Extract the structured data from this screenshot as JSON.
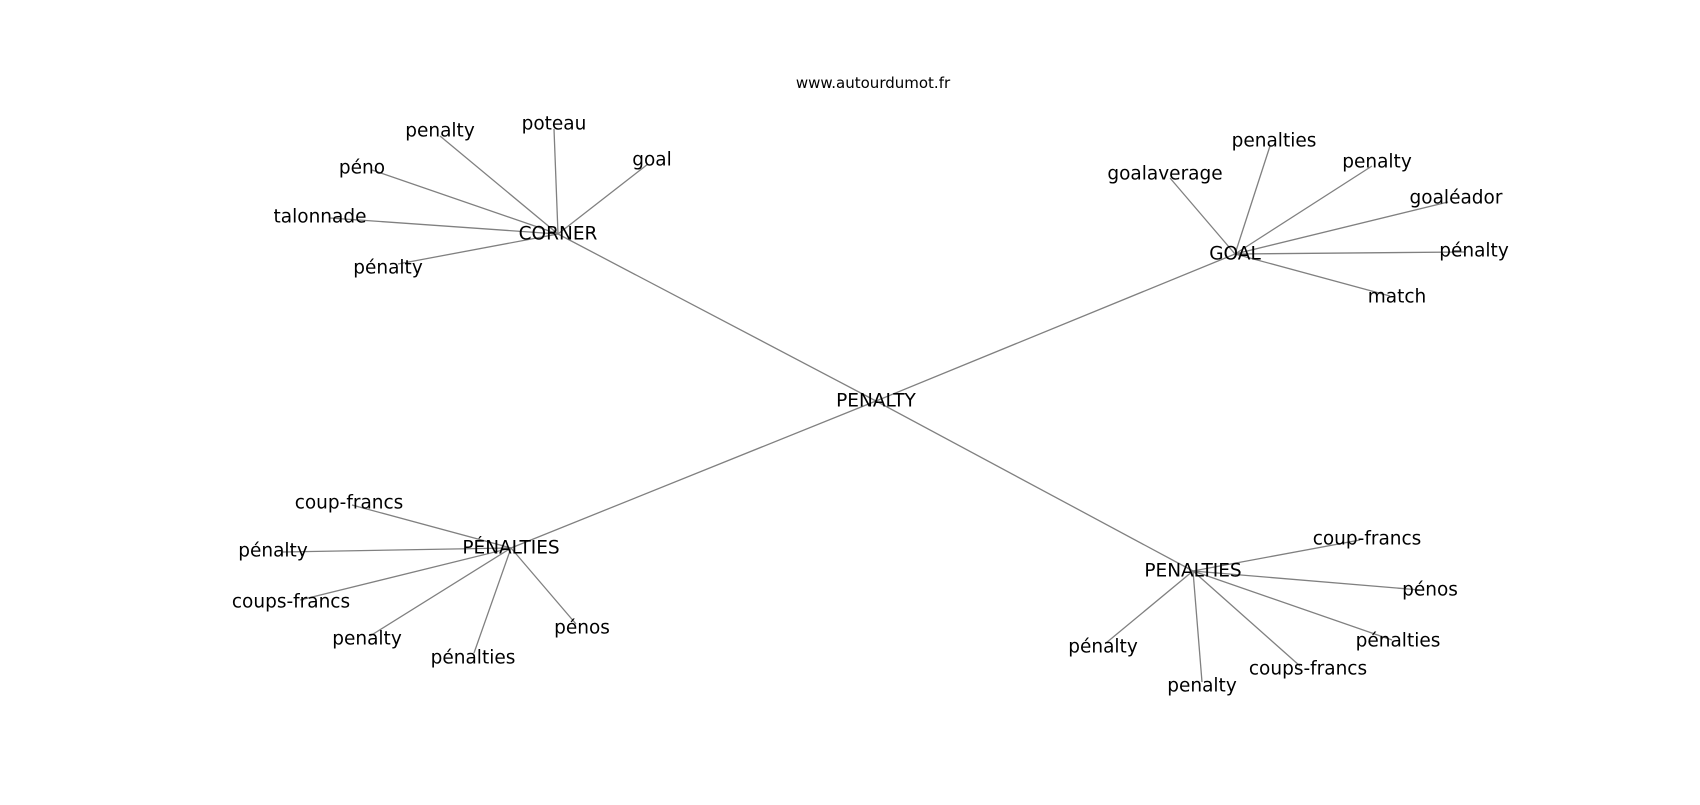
{
  "header": {
    "site": "www.autourdumot.fr"
  },
  "graph": {
    "center": "PENALTY",
    "clusters": [
      {
        "id": "corner",
        "label": "CORNER",
        "leaves": [
          "penalty",
          "poteau",
          "goal",
          "péno",
          "talonnade",
          "pénalty"
        ]
      },
      {
        "id": "goal",
        "label": "GOAL",
        "leaves": [
          "goalaverage",
          "penalties",
          "penalty",
          "goaléador",
          "pénalty",
          "match"
        ]
      },
      {
        "id": "penalties-accent",
        "label": "PÉNALTIES",
        "leaves": [
          "coup-francs",
          "pénalty",
          "coups-francs",
          "penalty",
          "pénalties",
          "pénos"
        ]
      },
      {
        "id": "penalties",
        "label": "PENALTIES",
        "leaves": [
          "coup-francs",
          "pénos",
          "pénalties",
          "coups-francs",
          "penalty",
          "pénalty"
        ]
      }
    ]
  }
}
